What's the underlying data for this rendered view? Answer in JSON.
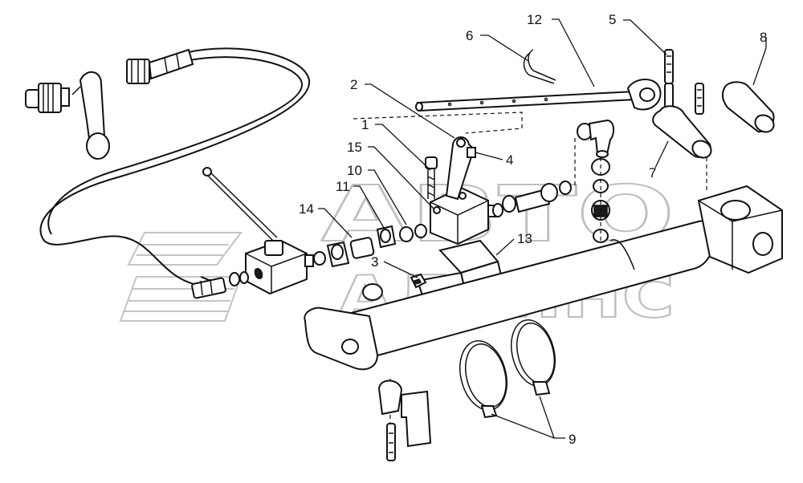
{
  "watermark": {
    "line1": "АВТО",
    "line2": "АЛЬЯНС"
  },
  "callouts": [
    "1",
    "2",
    "3",
    "4",
    "5",
    "6",
    "7",
    "8",
    "9",
    "10",
    "11",
    "12",
    "13",
    "14",
    "15"
  ]
}
